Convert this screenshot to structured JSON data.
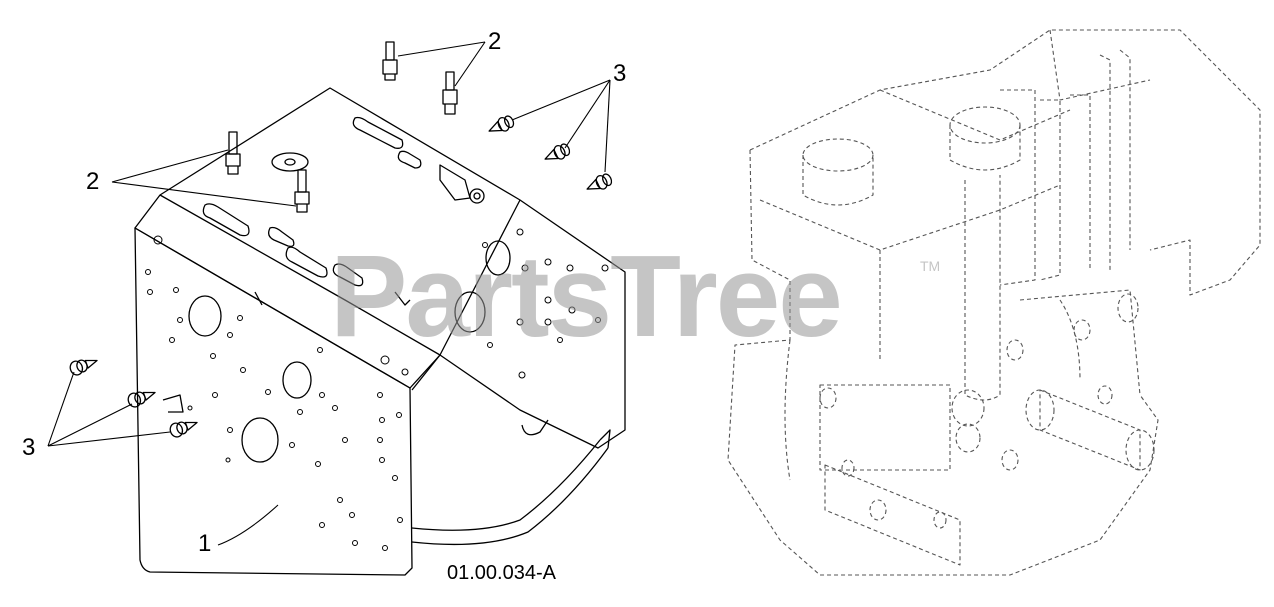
{
  "callouts": {
    "c1": "1",
    "c2a": "2",
    "c2b": "2",
    "c3a": "3",
    "c3b": "3"
  },
  "figure_id": "01.00.034-A",
  "watermark": {
    "text": "PartsTree",
    "tm": "TM"
  },
  "colors": {
    "line": "#000000",
    "ghost": "#555555",
    "watermark": "#969696"
  }
}
